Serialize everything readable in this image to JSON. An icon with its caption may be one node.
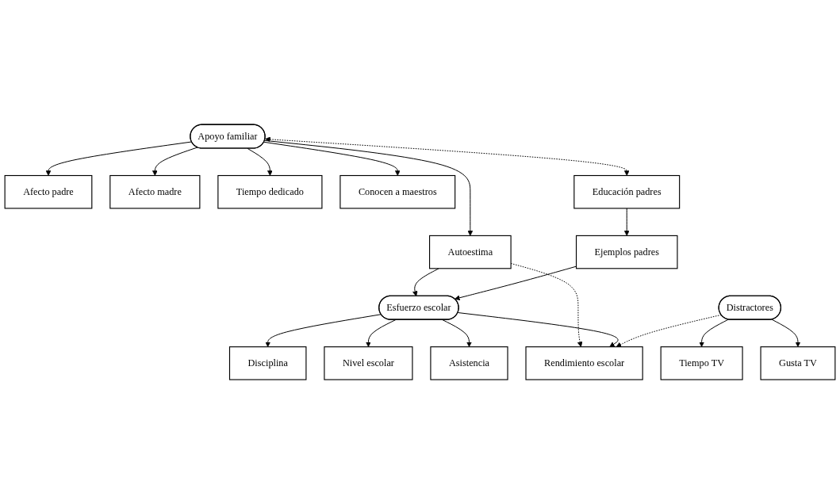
{
  "diagram": {
    "nodes": [
      {
        "text": [
          "Afecto padre"
        ]
      },
      {
        "text": [
          "Afecto madre"
        ]
      },
      {
        "text": [
          "Tiempo dedicado"
        ]
      },
      {
        "text": [
          "Conocen a maestros"
        ]
      },
      {
        "text": [
          "Disciplina"
        ]
      },
      {
        "text": [
          "Nivel escolar"
        ]
      },
      {
        "text": [
          "Asistencia"
        ]
      },
      {
        "text": [
          "Apoyo familiar"
        ]
      },
      {
        "text": [
          "Autoestima"
        ]
      },
      {
        "text": [
          "Esfuerzo escolar"
        ]
      },
      {
        "text": [
          "Rendimiento escolar"
        ]
      },
      {
        "text": [
          "Ejemplos padres"
        ]
      },
      {
        "text": [
          "Distractores"
        ]
      },
      {
        "text": [
          "Educación padres"
        ]
      },
      {
        "text": [
          "Tiempo TV"
        ]
      },
      {
        "text": [
          "Gusta TV"
        ]
      }
    ],
    "edges": [
      {
        "from": 7,
        "to": 0,
        "arrow": "to"
      },
      {
        "from": 7,
        "to": 1,
        "arrow": "to"
      },
      {
        "from": 7,
        "to": 2,
        "arrow": "to"
      },
      {
        "from": 7,
        "to": 3,
        "arrow": "to"
      },
      {
        "from": 9,
        "to": 4,
        "arrow": "to"
      },
      {
        "from": 9,
        "to": 5,
        "arrow": "to"
      },
      {
        "from": 9,
        "to": 6,
        "arrow": "to"
      },
      {
        "from": 7,
        "to": 8,
        "arrow": "to"
      },
      {
        "from": 8,
        "to": 9,
        "arrow": "to"
      },
      {
        "from": 8,
        "to": 10,
        "arrow": "to",
        "style": "dashed"
      },
      {
        "from": 9,
        "to": 10,
        "arrow": "to"
      },
      {
        "from": 13,
        "to": 11,
        "arrow": "to"
      },
      {
        "from": 11,
        "to": 9,
        "arrow": "to"
      },
      {
        "from": 7,
        "to": 13,
        "arrow": "both",
        "style": "dashed"
      },
      {
        "from": 12,
        "to": 10,
        "arrow": "to",
        "style": "dashed"
      },
      {
        "from": 12,
        "to": 14,
        "arrow": "to"
      },
      {
        "from": 12,
        "to": 15,
        "arrow": "to"
      }
    ]
  }
}
